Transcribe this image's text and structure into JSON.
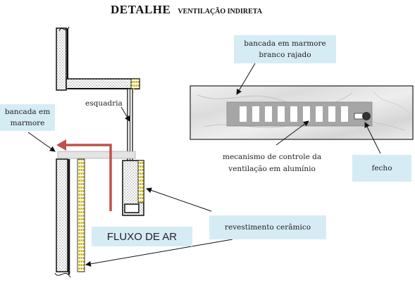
{
  "title": {
    "main": "DETALHE",
    "sub": "VENTILAÇÃO INDIRETA"
  },
  "labels": {
    "bancada_marmore_left_line1": "bancada em",
    "bancada_marmore_left_line2": "marmore",
    "esquadria": "esquadria",
    "fluxo_de_ar": "FLUXO DE AR",
    "revestimento": "revestimento cerâmico",
    "bancada_rajado_line1": "bancada em marmore",
    "bancada_rajado_line2": "branco rajado",
    "mecanismo_line1": "mecanismo de controle da",
    "mecanismo_line2": "ventilação em alumínio",
    "fecho": "fecho"
  },
  "colors": {
    "label_bg": "#d6ecf5",
    "airflow": "#c0504d",
    "marble": "#e6e6e6",
    "tile": "#c9b200"
  }
}
